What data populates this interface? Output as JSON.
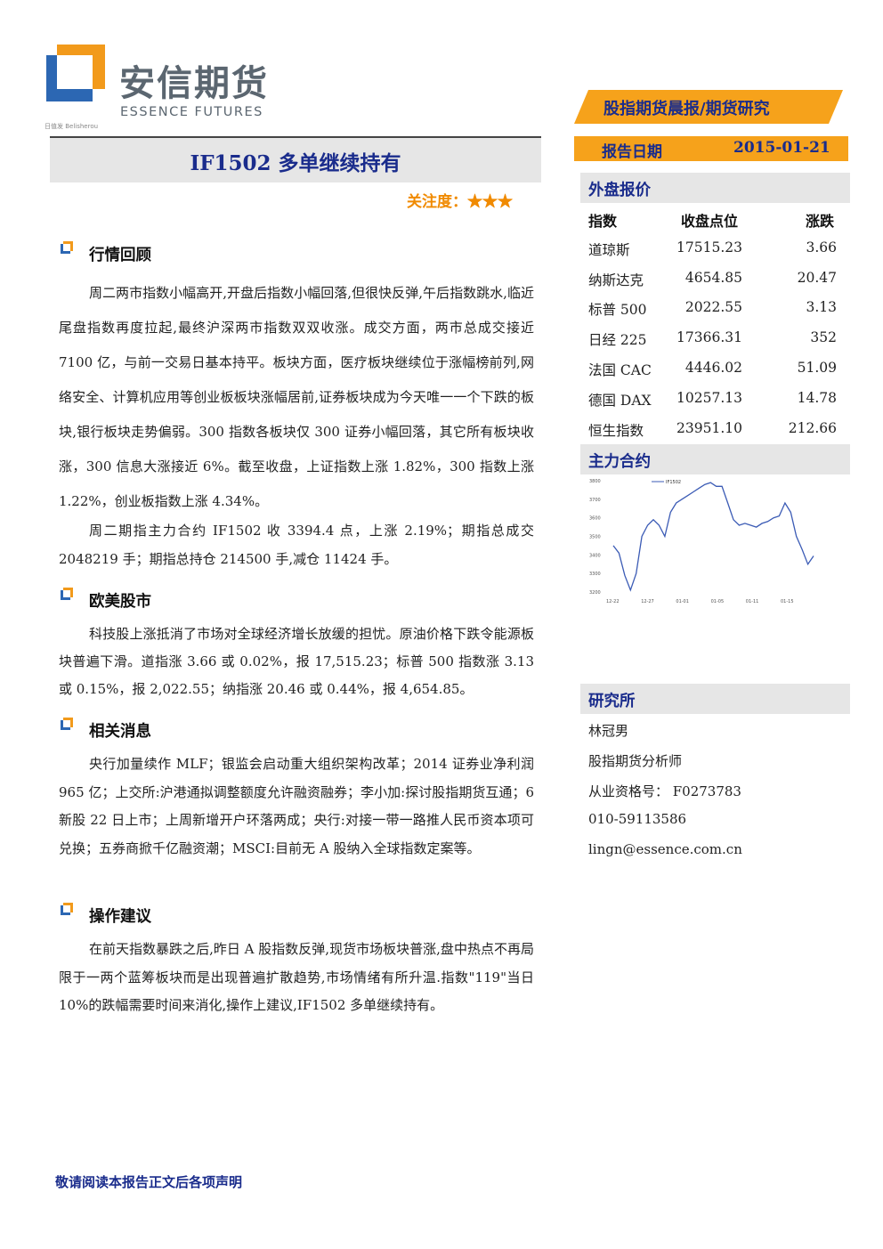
{
  "brand": {
    "name_cn": "安信期货",
    "name_en": "ESSENCE FUTURES",
    "watermark": "日值发 Belisherou"
  },
  "header": {
    "category": "股指期货晨报/期货研究",
    "date_label": "报告日期",
    "date_value": "2015-01-21"
  },
  "report": {
    "title": "IF1502 多单继续持有",
    "attention": "关注度：★★★"
  },
  "sections": [
    {
      "title": "行情回顾",
      "paragraphs": [
        "周二两市指数小幅高开,开盘后指数小幅回落,但很快反弹,午后指数跳水,临近尾盘指数再度拉起,最终沪深两市指数双双收涨。成交方面，两市总成交接近 7100 亿，与前一交易日基本持平。板块方面，医疗板块继续位于涨幅榜前列,网络安全、计算机应用等创业板板块涨幅居前,证券板块成为今天唯一一个下跌的板块,银行板块走势偏弱。300 指数各板块仅 300 证券小幅回落，其它所有板块收涨，300 信息大涨接近 6%。截至收盘，上证指数上涨 1.82%，300 指数上涨 1.22%，创业板指数上涨 4.34%。",
        "周二期指主力合约 IF1502 收 3394.4 点，上涨 2.19%；期指总成交 2048219 手；期指总持仓 214500 手,减仓 11424 手。"
      ]
    },
    {
      "title": "欧美股市",
      "paragraphs": [
        "科技股上涨抵消了市场对全球经济增长放缓的担忧。原油价格下跌令能源板块普遍下滑。道指涨 3.66 或 0.02%，报 17,515.23；标普 500 指数涨 3.13 或 0.15%，报 2,022.55；纳指涨 20.46 或 0.44%，报 4,654.85。"
      ]
    },
    {
      "title": "相关消息",
      "paragraphs": [
        "央行加量续作 MLF；银监会启动重大组织架构改革；2014 证券业净利润 965 亿；上交所:沪港通拟调整额度允许融资融券；李小加:探讨股指期货互通；6 新股 22 日上市；上周新增开户环落两成；央行:对接一带一路推人民币资本项可兑换；五券商掀千亿融资潮；MSCI:目前无 A 股纳入全球指数定案等。"
      ]
    },
    {
      "title": "操作建议",
      "paragraphs": [
        "在前天指数暴跌之后,昨日 A 股指数反弹,现货市场板块普涨,盘中热点不再局限于一两个蓝筹板块而是出现普遍扩散趋势,市场情绪有所升温.指数\"119\"当日 10%的跌幅需要时间来消化,操作上建议,IF1502 多单继续持有。"
      ]
    }
  ],
  "overseas": {
    "title": "外盘报价",
    "headers": [
      "指数",
      "收盘点位",
      "涨跌"
    ],
    "rows": [
      [
        "道琼斯",
        "17515.23",
        "3.66"
      ],
      [
        "纳斯达克",
        "4654.85",
        "20.47"
      ],
      [
        "标普 500",
        "2022.55",
        "3.13"
      ],
      [
        "日经 225",
        "17366.31",
        "352"
      ],
      [
        "法国 CAC",
        "4446.02",
        "51.09"
      ],
      [
        "德国 DAX",
        "10257.13",
        "14.78"
      ],
      [
        "恒生指数",
        "23951.10",
        "212.66"
      ]
    ]
  },
  "main_contract": {
    "title": "主力合约",
    "chart_data": {
      "type": "line",
      "series": [
        {
          "name": "IF1502",
          "values": [
            3450,
            3410,
            3290,
            3210,
            3300,
            3500,
            3560,
            3590,
            3560,
            3500,
            3630,
            3680,
            3700,
            3720,
            3740,
            3760,
            3780,
            3790,
            3770,
            3770,
            3680,
            3590,
            3560,
            3570,
            3560,
            3550,
            3570,
            3580,
            3600,
            3610,
            3680,
            3630,
            3500,
            3430,
            3350,
            3394.4
          ]
        }
      ],
      "categories": [
        "12-22",
        "12-27",
        "01-01",
        "01-05",
        "01-11",
        "01-15"
      ],
      "yticks": [
        "3200",
        "3300",
        "3400",
        "3500",
        "3600",
        "3700",
        "3800"
      ],
      "ylim": [
        3200,
        3800
      ]
    }
  },
  "research": {
    "title": "研究所",
    "name": "林冠男",
    "role": "股指期货分析师",
    "license": "从业资格号： F0273783",
    "phone": "010-59113586",
    "email": "lingn@essence.com.cn"
  },
  "footer": {
    "disclaimer": "敬请阅读本报告正文后各项声明"
  },
  "colors": {
    "navy": "#1a2c8c",
    "orange": "#f6a21b",
    "logo_blue": "#2c67b3",
    "logo_orange": "#f29a1b"
  }
}
